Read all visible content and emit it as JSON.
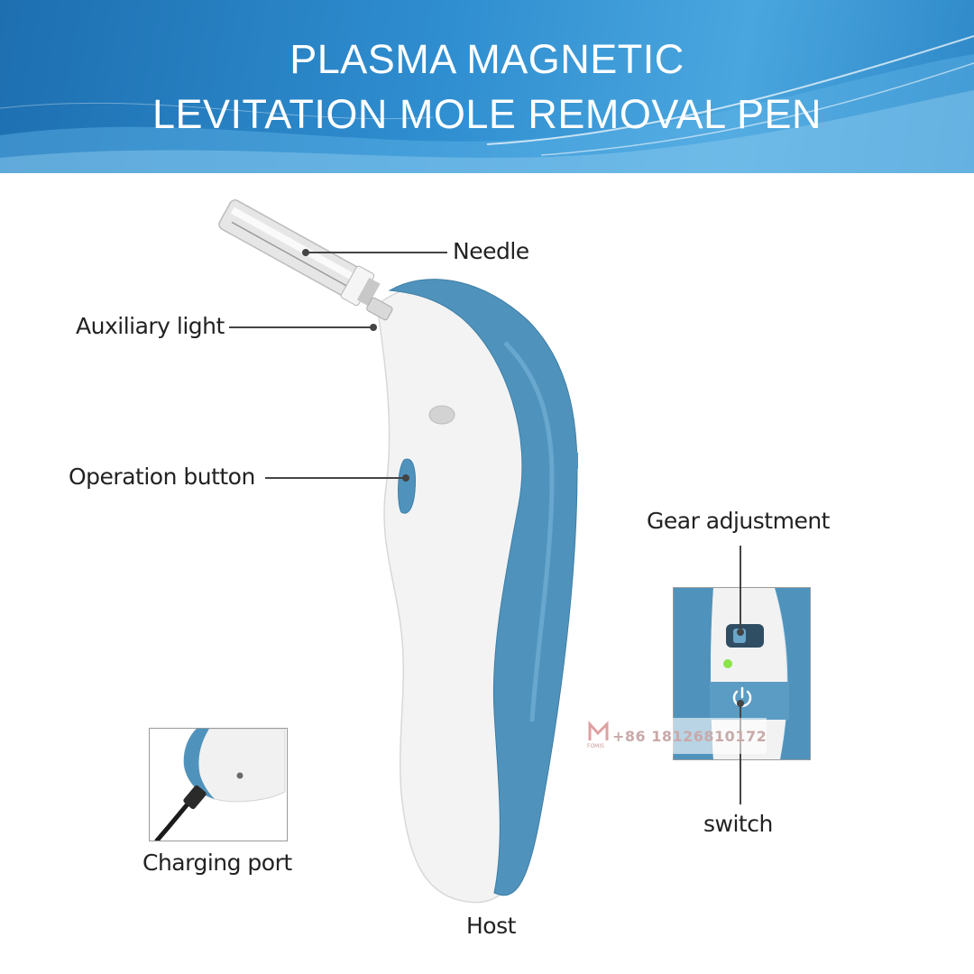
{
  "banner": {
    "title_line_1": "PLASMA MAGNETIC",
    "title_line_2": "LEVITATION MOLE REMOVAL PEN"
  },
  "labels": {
    "needle": "Needle",
    "auxiliary_light": "Auxiliary light",
    "operation_button": "Operation button",
    "gear_adjustment": "Gear adjustment",
    "switch": "switch",
    "charging_port": "Charging port",
    "host": "Host"
  },
  "watermark": {
    "phone": "+86 18126810172",
    "logo_text": "FOMIS"
  },
  "colors": {
    "banner_blue": "#2f8ed0",
    "pen_blue": "#4f93bd",
    "pen_white": "#f2f2f2",
    "indicator_green": "#8be34a"
  },
  "icons": {
    "switch": "power-icon"
  }
}
